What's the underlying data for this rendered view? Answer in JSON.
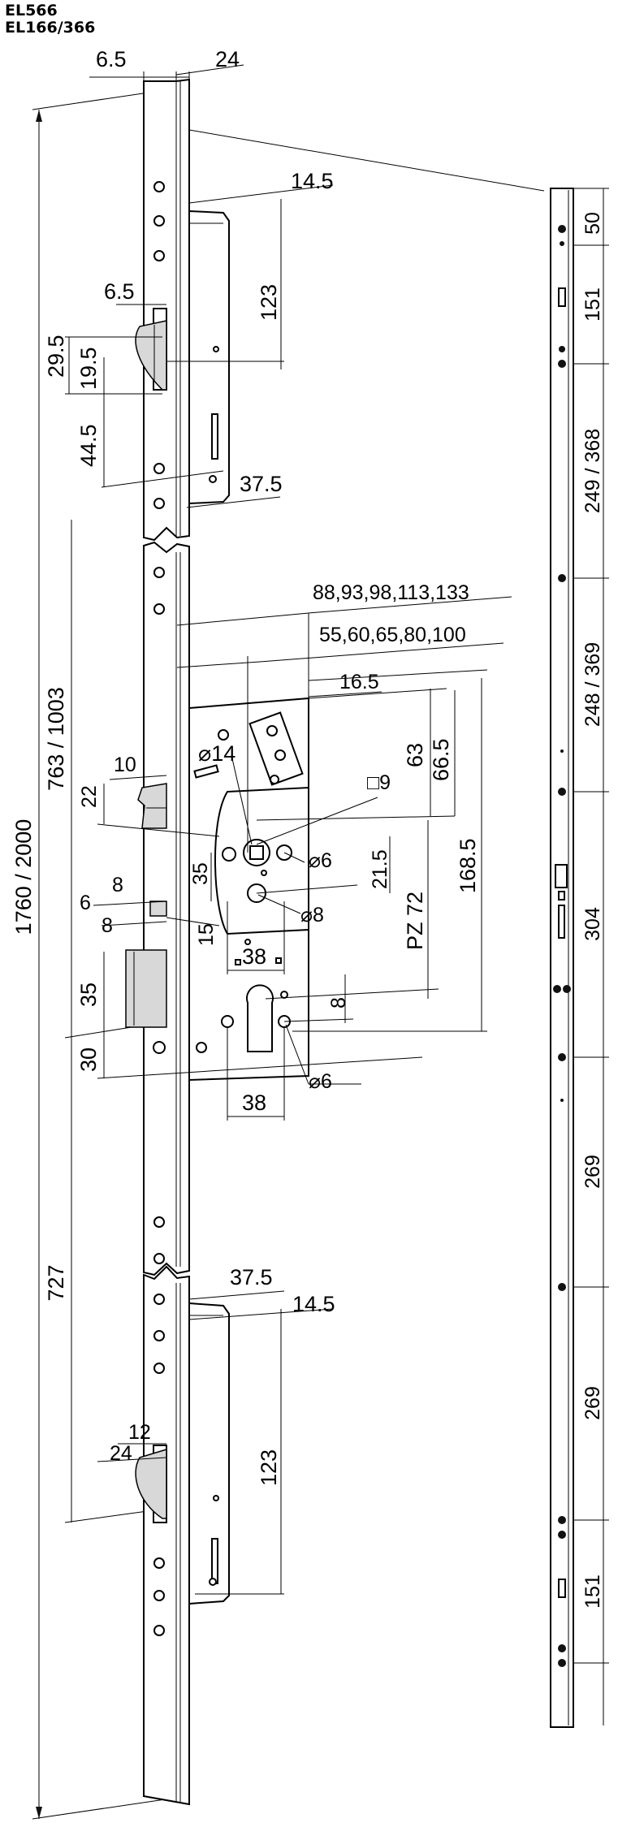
{
  "header": {
    "line1": "EL566",
    "line2": "EL166/366"
  },
  "top_lock": {
    "faceplate_thickness": "6.5",
    "faceplate_width": "24",
    "case_offset": "14.5",
    "case_height": "123",
    "hook_depth": "6.5",
    "hook_29_5": "29.5",
    "hook_19_5": "19.5",
    "hook_44_5": "44.5",
    "case_depth": "37.5"
  },
  "main_lock": {
    "backsets": "88,93,98,113,133",
    "backsets_short": "55,60,65,80,100",
    "offset_16_5": "16.5",
    "follower_dia": "⌀14",
    "square_spindle": "□9",
    "dim_63": "63",
    "dim_66_5": "66.5",
    "dim_168_5": "168.5",
    "hole_dia_6a": "⌀6",
    "dim_21_5": "21.5",
    "hole_dia_8": "⌀8",
    "pz": "PZ 72",
    "latch_10": "10",
    "latch_22": "22",
    "dim_35a": "35",
    "dim_6": "6",
    "dim_8a": "8",
    "dim_8b": "8",
    "dim_15": "15",
    "dim_38a": "38",
    "dim_35b": "35",
    "dim_30": "30",
    "dim_8c": "8",
    "dim_38b": "38",
    "hole_dia_6b": "⌀6"
  },
  "bottom_lock": {
    "case_depth": "37.5",
    "case_offset": "14.5",
    "dim_12": "12",
    "dim_24": "24",
    "case_height": "123"
  },
  "overall": {
    "total_length": "1760 / 2000",
    "upper_section": "763 / 1003",
    "lower_section": "727"
  },
  "rail_profile": {
    "segments": [
      "50",
      "151",
      "249 / 368",
      "248 / 369",
      "304",
      "269",
      "269",
      "151"
    ]
  }
}
